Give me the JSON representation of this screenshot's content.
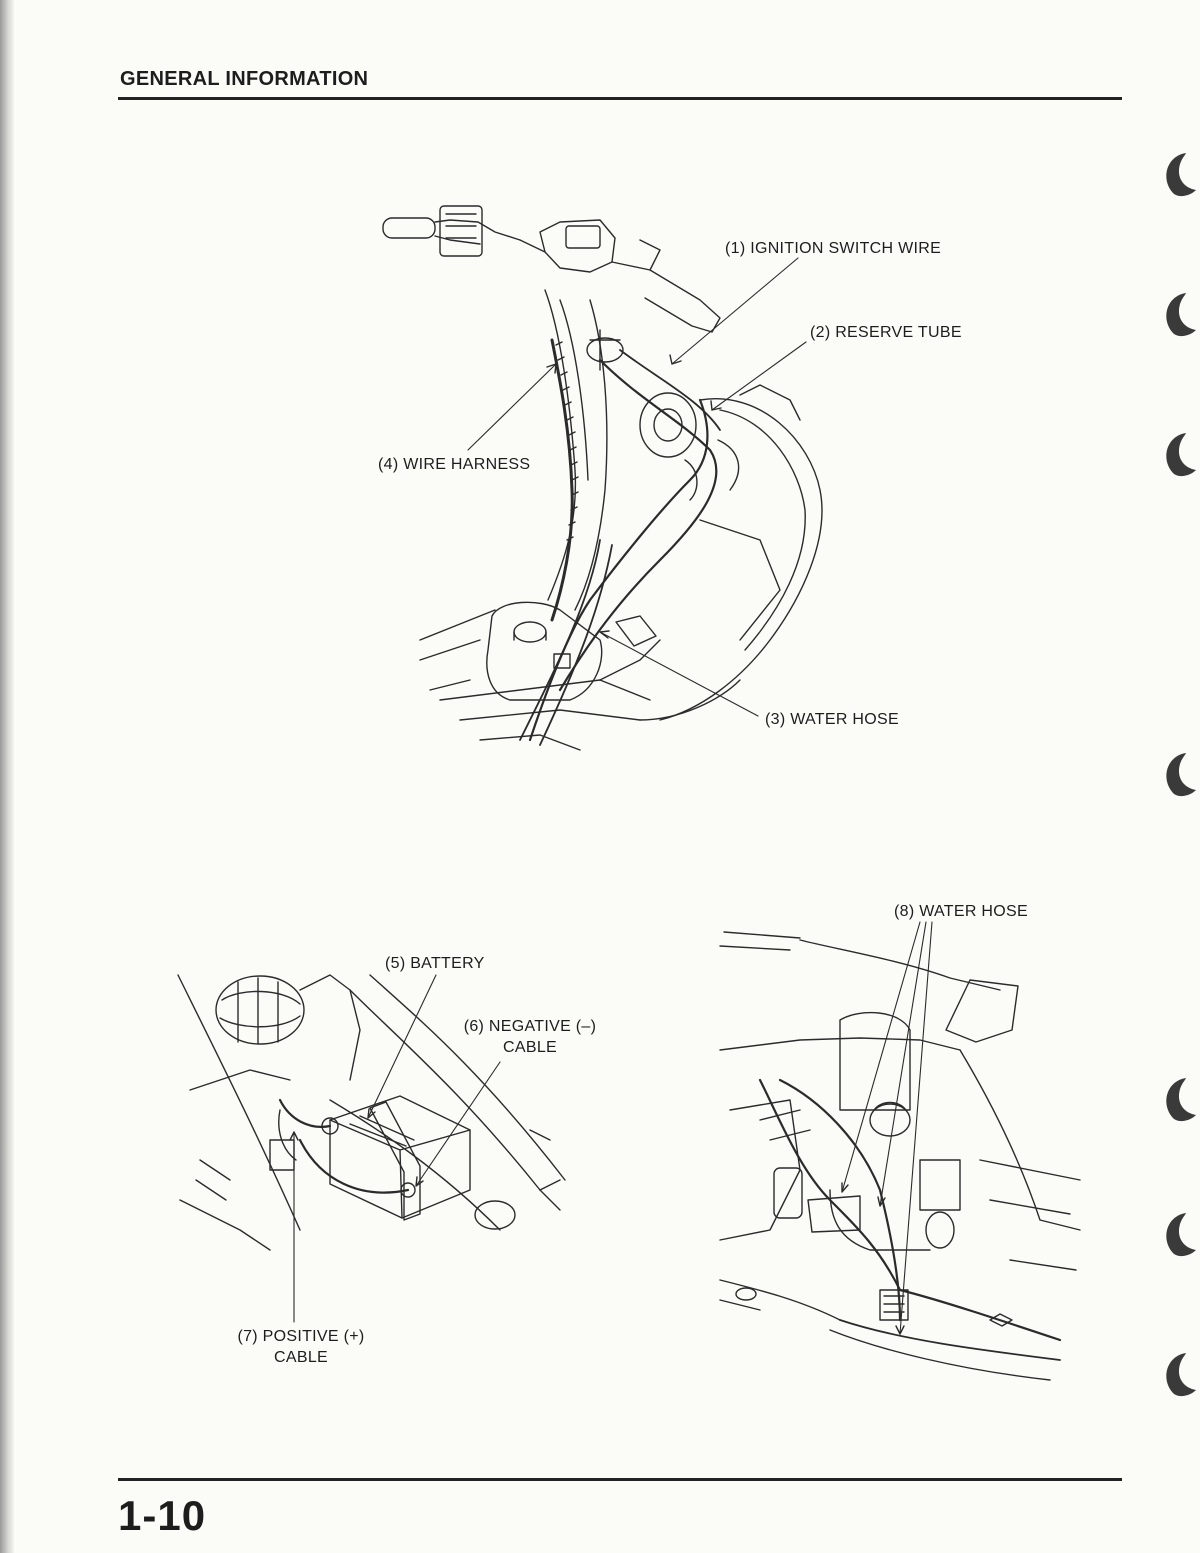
{
  "header": {
    "title": "GENERAL INFORMATION"
  },
  "page": {
    "number": "1-10"
  },
  "figures": {
    "top": {
      "labels": {
        "ignition_switch_wire": "(1) IGNITION SWITCH WIRE",
        "reserve_tube": "(2) RESERVE TUBE",
        "water_hose": "(3) WATER HOSE",
        "wire_harness": "(4) WIRE HARNESS"
      }
    },
    "bottom_left": {
      "labels": {
        "battery": "(5) BATTERY",
        "negative_cable_line1": "(6) NEGATIVE (–)",
        "negative_cable_line2": "CABLE",
        "positive_cable_line1": "(7) POSITIVE (+)",
        "positive_cable_line2": "CABLE"
      }
    },
    "bottom_right": {
      "labels": {
        "water_hose": "(8) WATER HOSE"
      }
    }
  }
}
